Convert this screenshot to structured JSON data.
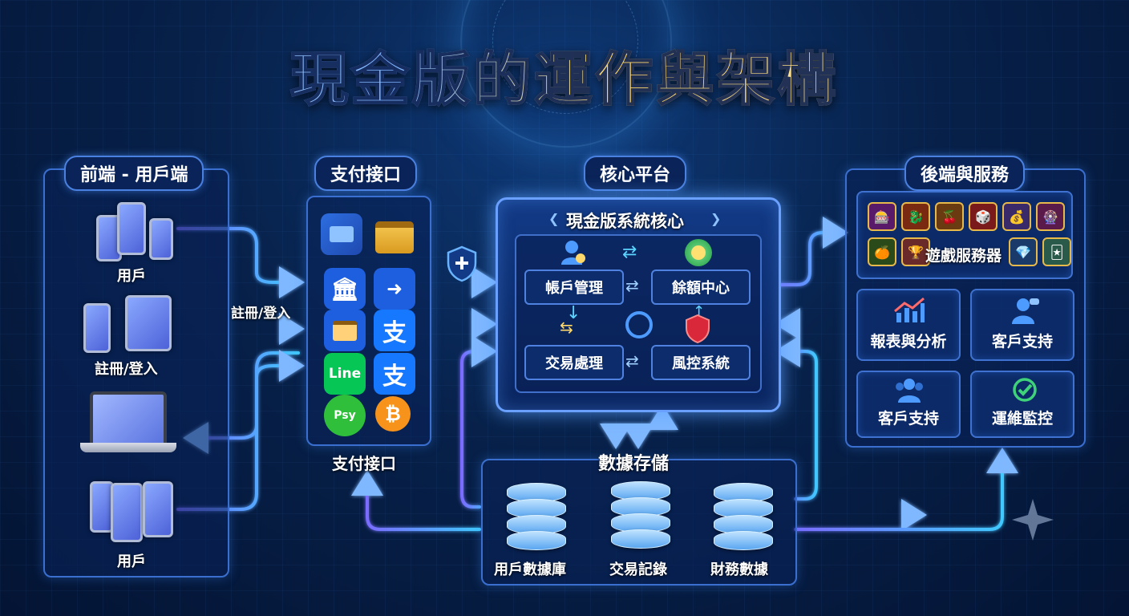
{
  "title": "現金版的運作與架構",
  "frontend": {
    "header": "前端 - 用戶端",
    "labels": [
      "用戶",
      "註冊/登入",
      "用戶"
    ],
    "side_label": "註冊/登入"
  },
  "payment": {
    "header": "支付接口",
    "footer": "支付接口",
    "icons": [
      "e-wallet-icon",
      "credit-card-icon",
      "bank-icon",
      "transfer-icon",
      "card-icon",
      "alipay-icon",
      "line-pay-icon",
      "alipay-icon",
      "paypay-icon",
      "bitcoin-icon"
    ],
    "line_text": "Line",
    "pay_text": "Psy",
    "alipay_glyph": "支",
    "bitcoin_glyph": "₿"
  },
  "core": {
    "header": "核心平台",
    "title": "現金版系統核心",
    "modules": [
      "帳戶管理",
      "餘額中心",
      "交易處理",
      "風控系統"
    ]
  },
  "backend": {
    "header": "後端與服務",
    "game_label": "遊戲服務器",
    "tiles": [
      "報表與分析",
      "客戶支持",
      "客戶支持",
      "運維監控"
    ],
    "game_icons": [
      "🎰",
      "🐉",
      "🍒",
      "🎲",
      "💰",
      "🎡",
      "🍊",
      "🏆",
      "💎",
      "🃏"
    ]
  },
  "storage": {
    "header": "數據存儲",
    "databases": [
      "用戶數據庫",
      "交易記錄",
      "財務數據"
    ]
  },
  "colors": {
    "accent": "#6aa0ff",
    "wire": "#7a6cff",
    "wire_glow": "#40c8ff",
    "arrow_tip": "#ffe680",
    "gold": "#ffd86b"
  }
}
